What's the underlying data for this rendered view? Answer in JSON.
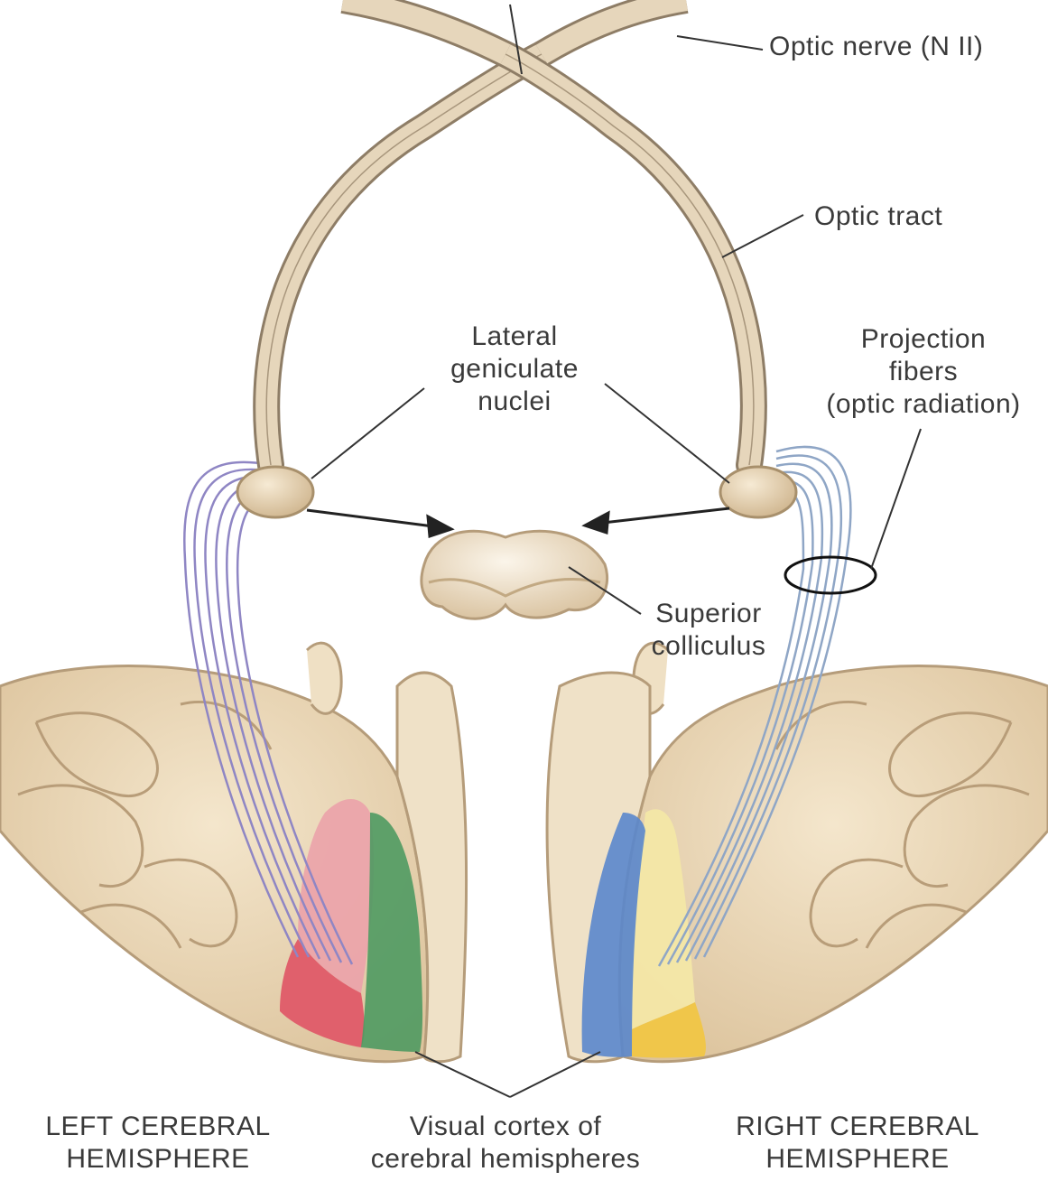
{
  "labels": {
    "optic_nerve": "Optic nerve (N II)",
    "optic_tract": "Optic tract",
    "lateral_geniculate": [
      "Lateral",
      "geniculate",
      "nuclei"
    ],
    "projection_fibers": [
      "Projection",
      "fibers",
      "(optic radiation)"
    ],
    "superior_colliculus": [
      "Superior",
      "colliculus"
    ],
    "left_hemisphere": [
      "LEFT CEREBRAL",
      "HEMISPHERE"
    ],
    "visual_cortex": [
      "Visual cortex of",
      "cerebral hemispheres"
    ],
    "right_hemisphere": [
      "RIGHT CEREBRAL",
      "HEMISPHERE"
    ]
  },
  "colors": {
    "tract": "#e6d6bb",
    "tract_edge": "#8e7d66",
    "brain": "#ead7b6",
    "brain_edge": "#b59c7a",
    "left_fibers": "#8f86c4",
    "right_fibers": "#8fa6c6",
    "red_region": "#e0606c",
    "pink_region": "#eba2aa",
    "green_region": "#4f9a62",
    "blue_region": "#5a87cc",
    "yellow_region": "#f0c64a",
    "pale_yellow": "#f3e7a6"
  }
}
